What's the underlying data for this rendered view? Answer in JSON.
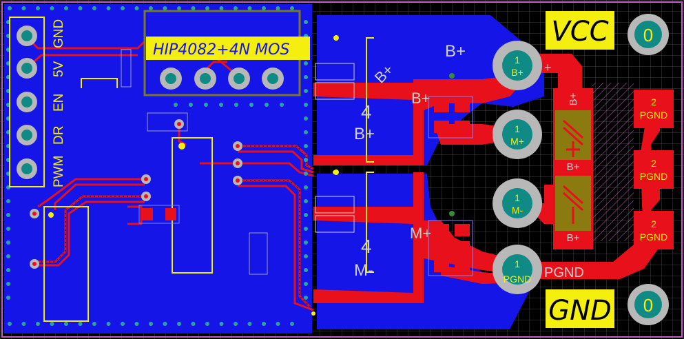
{
  "board_title": "HIP4082+4N MOS",
  "left_header": {
    "labels": [
      "GND",
      "5V",
      "EN",
      "DR",
      "PWM"
    ]
  },
  "power_labels": {
    "vcc": "VCC",
    "gnd": "GND",
    "mount_hole_label": "0"
  },
  "mosfet_labels": {
    "top_fet_number": "4",
    "top_fet_net": "B+",
    "top_fet_net_diag": "B+",
    "top_fet_pad_net": "B+",
    "bottom_fet_number": "4",
    "bottom_fet_net": "M-",
    "bottom_fet_pad_net": "M+",
    "top_plane_net": "B+"
  },
  "terminals": [
    {
      "num": "1",
      "net": "B+"
    },
    {
      "num": "1",
      "net": "M+"
    },
    {
      "num": "1",
      "net": "M-"
    },
    {
      "num": "1",
      "net": "PGND"
    }
  ],
  "terminal_side_labels": {
    "pgnd": "PGND",
    "plus": "+"
  },
  "resistor_labels": {
    "top_net": "B+",
    "bottom_net": "B+",
    "mid_net": "B+"
  },
  "right_pads": [
    {
      "num": "2",
      "net": "PGND"
    },
    {
      "num": "2",
      "net": "PGND"
    },
    {
      "num": "2",
      "net": "PGND"
    }
  ],
  "colors": {
    "copper_bottom": "#1515e8",
    "copper_top": "#e8101a",
    "silk": "#f5ef10",
    "pad_gray": "#b8b8b8",
    "pad_teal": "#0f8a84",
    "board_outline": "#c060c0"
  }
}
